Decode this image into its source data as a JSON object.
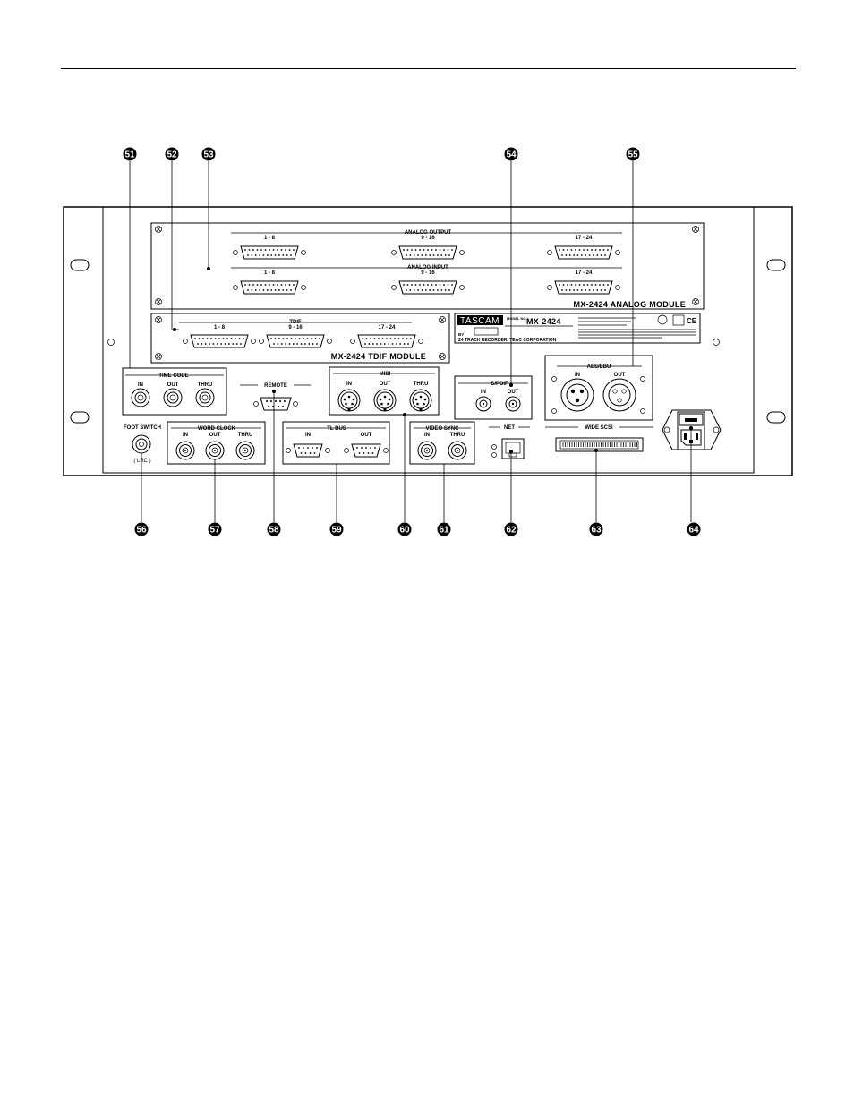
{
  "callouts": [
    "51",
    "52",
    "53",
    "54",
    "55",
    "56",
    "57",
    "58",
    "59",
    "60",
    "61",
    "62",
    "63",
    "64"
  ],
  "analog_module": {
    "output_title": "ANALOG OUTPUT",
    "input_title": "ANALOG INPUT",
    "group_1": "1 - 8",
    "group_2": "9 - 16",
    "group_3": "17 - 24",
    "name": "MX-2424  ANALOG MODULE"
  },
  "tdif_module": {
    "title": "TDIF",
    "group_1": "1 - 8",
    "group_2": "9 - 16",
    "group_3": "17 - 24",
    "name": "MX-2424  TDIF MODULE"
  },
  "label_plate": {
    "brand": "TASCAM",
    "model_label": "MODEL NO.",
    "model": "MX-2424",
    "by": "BY",
    "maker": "24 TRACK RECORDER, TEAC CORPORATION"
  },
  "connectors": {
    "time_code": {
      "title": "TIME CODE",
      "in": "IN",
      "out": "OUT",
      "thru": "THRU"
    },
    "remote": "REMOTE",
    "midi": {
      "title": "MIDI",
      "in": "IN",
      "out": "OUT",
      "thru": "THRU"
    },
    "spdif": {
      "title": "S/PDIF",
      "in": "IN",
      "out": "OUT"
    },
    "aes_ebu": {
      "title": "AES/EBU",
      "in": "IN",
      "out": "OUT"
    },
    "foot_switch": {
      "title": "FOOT SWITCH",
      "sub": "( LRC )"
    },
    "word_clock": {
      "title": "WORD CLOCK",
      "in": "IN",
      "out": "OUT",
      "thru": "THRU"
    },
    "tl_bus": {
      "title": "TL BUS",
      "in": "IN",
      "out": "OUT"
    },
    "video_sync": {
      "title": "VIDEO SYNC",
      "in": "IN",
      "thru": "THRU"
    },
    "net": "NET",
    "wide_scsi": "WIDE SCSI"
  }
}
